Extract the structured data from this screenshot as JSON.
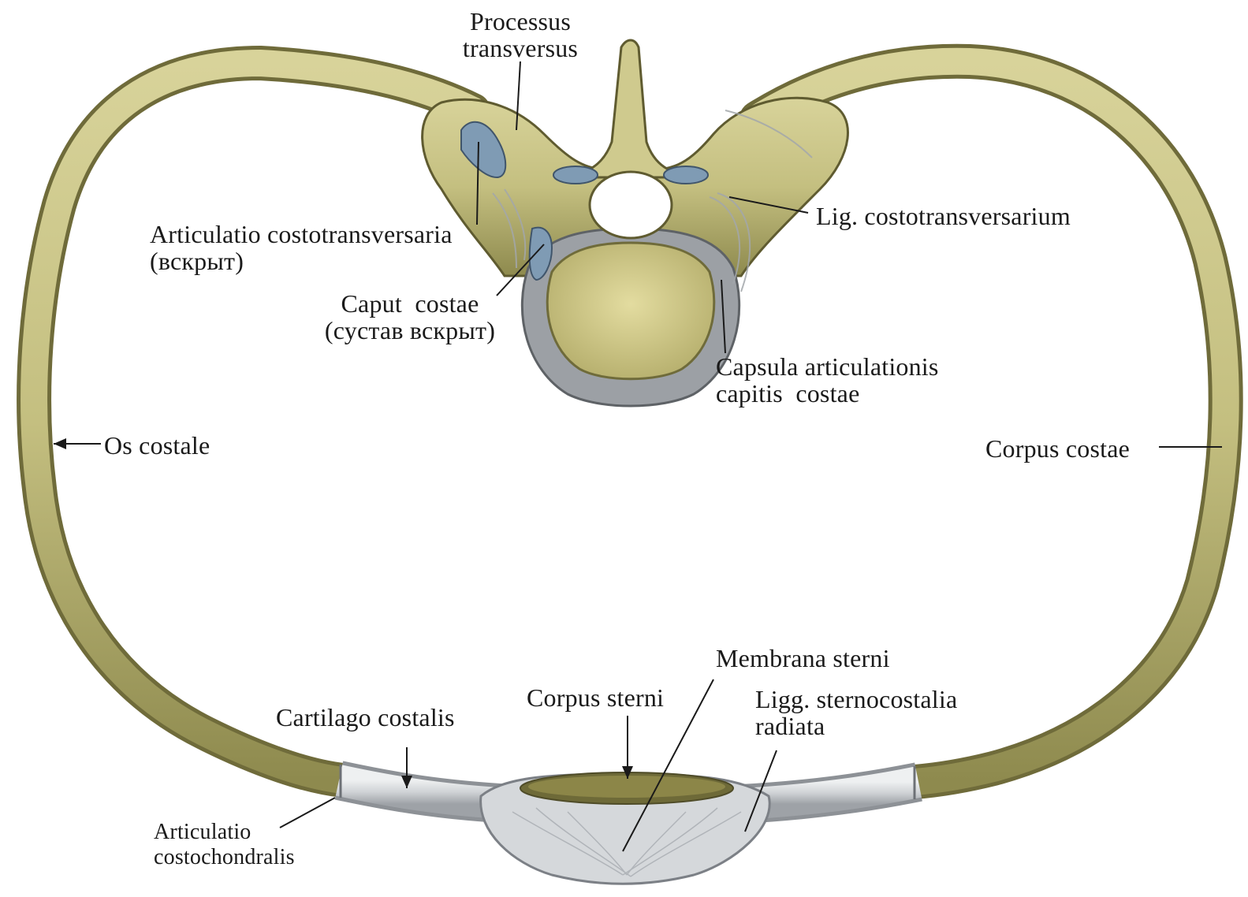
{
  "labels": {
    "processus_transversus": [
      "Processus",
      "transversus"
    ],
    "articulatio_costotransversaria": [
      "Articulatio costotransversaria",
      "(вскрыт)"
    ],
    "caput_costae": [
      "Caput  costae",
      "(сустав вскрыт)"
    ],
    "lig_costotransversarium": "Lig. costotransversarium",
    "capsula_articulationis": [
      "Capsula articulationis",
      "capitis  costae"
    ],
    "os_costale": "Os costale",
    "corpus_costae": "Corpus costae",
    "membrana_sterni": "Membrana sterni",
    "corpus_sterni": "Corpus sterni",
    "ligg_sternocostalia": [
      "Ligg. sternocostalia",
      "radiata"
    ],
    "cartilago_costalis": "Cartilago costalis",
    "articulatio_costochondralis": [
      "Articulatio",
      "costochondralis"
    ]
  },
  "colors": {
    "bone": "#c9c48a",
    "bone_dark": "#8e8a4e",
    "cartilage": "#d9dcde",
    "cartilage_shade": "#a9adb2",
    "joint_blue": "#7f9bb4",
    "line": "#1a1a1a"
  }
}
